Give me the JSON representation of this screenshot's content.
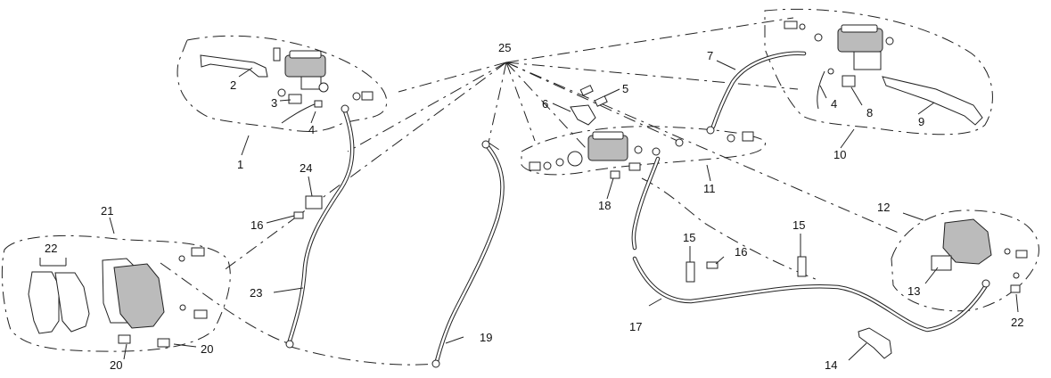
{
  "callouts": {
    "c1": "1",
    "c2": "2",
    "c3": "3",
    "c4a": "4",
    "c4b": "4",
    "c5": "5",
    "c6": "6",
    "c7": "7",
    "c8": "8",
    "c9": "9",
    "c10": "10",
    "c11": "11",
    "c12": "12",
    "c13": "13",
    "c14": "14",
    "c15a": "15",
    "c15b": "15",
    "c16a": "16",
    "c16b": "16",
    "c17": "17",
    "c18": "18",
    "c19": "19",
    "c20a": "20",
    "c20b": "20",
    "c21": "21",
    "c22a": "22",
    "c22b": "22",
    "c23": "23",
    "c24": "24",
    "c25": "25"
  },
  "colors": {
    "line": "#222222",
    "background": "#ffffff"
  }
}
